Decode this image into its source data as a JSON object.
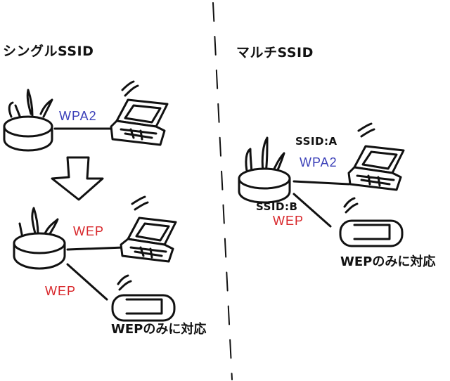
{
  "colors": {
    "ink": "#111111",
    "wpa2": "#3a3fb8",
    "wep": "#d8262a",
    "background": "#ffffff"
  },
  "left_panel": {
    "heading": "シングルSSID",
    "top_link_label": "WPA2",
    "bottom_link1_label": "WEP",
    "bottom_link2_label": "WEP",
    "game_device_note": "WEPのみに対応"
  },
  "right_panel": {
    "heading": "マルチSSID",
    "ssid_a_label": "SSID:A",
    "ssid_a_link_label": "WPA2",
    "ssid_b_label": "SSID:B",
    "ssid_b_link_label": "WEP",
    "game_device_note": "WEPのみに対応"
  },
  "icons": [
    "router-icon",
    "laptop-icon",
    "handheld-game-icon",
    "down-arrow-icon",
    "wifi-signal-icon"
  ]
}
